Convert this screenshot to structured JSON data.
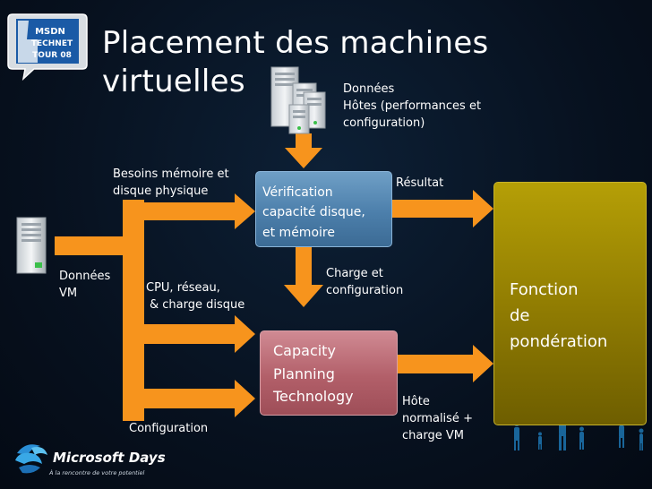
{
  "title": {
    "line1": "Placement des machines",
    "line2": "virtuelles"
  },
  "badge": {
    "line1": "MSDN",
    "line2": "TECHNET",
    "line3": "TOUR 08"
  },
  "labels": {
    "donnees_hotes": [
      "Données",
      "Hôtes (performances et",
      "configuration)"
    ],
    "besoins": [
      "Besoins mémoire et",
      "disque physique"
    ],
    "resultat": "Résultat",
    "donnees_vm": [
      "Données",
      "VM"
    ],
    "charge_config": [
      "Charge et",
      "configuration"
    ],
    "cpu": [
      "CPU, réseau,",
      "& charge disque"
    ],
    "configuration": "Configuration",
    "hote_normalise": [
      "Hôte",
      "normalisé +",
      "charge VM"
    ]
  },
  "boxes": {
    "verification": [
      "Vérification",
      "capacité disque,",
      "et mémoire"
    ],
    "capacity": [
      "Capacity",
      "Planning",
      "Technology"
    ],
    "fonction": [
      "Fonction",
      "de",
      "pondération"
    ]
  },
  "footer": {
    "brand": "Microsoft Days",
    "tagline": "À la rencontre de votre potentiel"
  },
  "colors": {
    "arrow": "#f7941d",
    "verification": "#4f82ae",
    "capacity": "#b8646e",
    "fonction": "#9a8403"
  }
}
